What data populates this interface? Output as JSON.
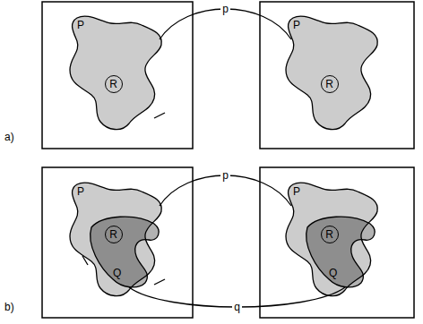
{
  "diagram": {
    "nodes": [
      {
        "text": [
          "P"
        ]
      },
      {
        "text": [
          "R"
        ],
        "in": 0
      },
      {
        "text": [
          "P"
        ]
      },
      {
        "text": [
          "R"
        ],
        "in": 2
      },
      {
        "text": [
          "P"
        ]
      },
      {
        "text": [
          "R"
        ],
        "in": 4
      },
      {
        "text": [
          "Q"
        ]
      },
      {
        "text": [
          "P"
        ]
      },
      {
        "text": [
          "R"
        ],
        "in": 7
      },
      {
        "text": [
          "Q"
        ]
      }
    ],
    "edges": [
      {
        "from": 0,
        "to": 2,
        "arrow": "none",
        "label": "p"
      },
      {
        "from": 4,
        "to": 7,
        "arrow": "none",
        "label": "p"
      },
      {
        "from": 6,
        "to": 9,
        "arrow": "none",
        "label": "q"
      }
    ],
    "labels": [
      "a)",
      "b)"
    ]
  }
}
